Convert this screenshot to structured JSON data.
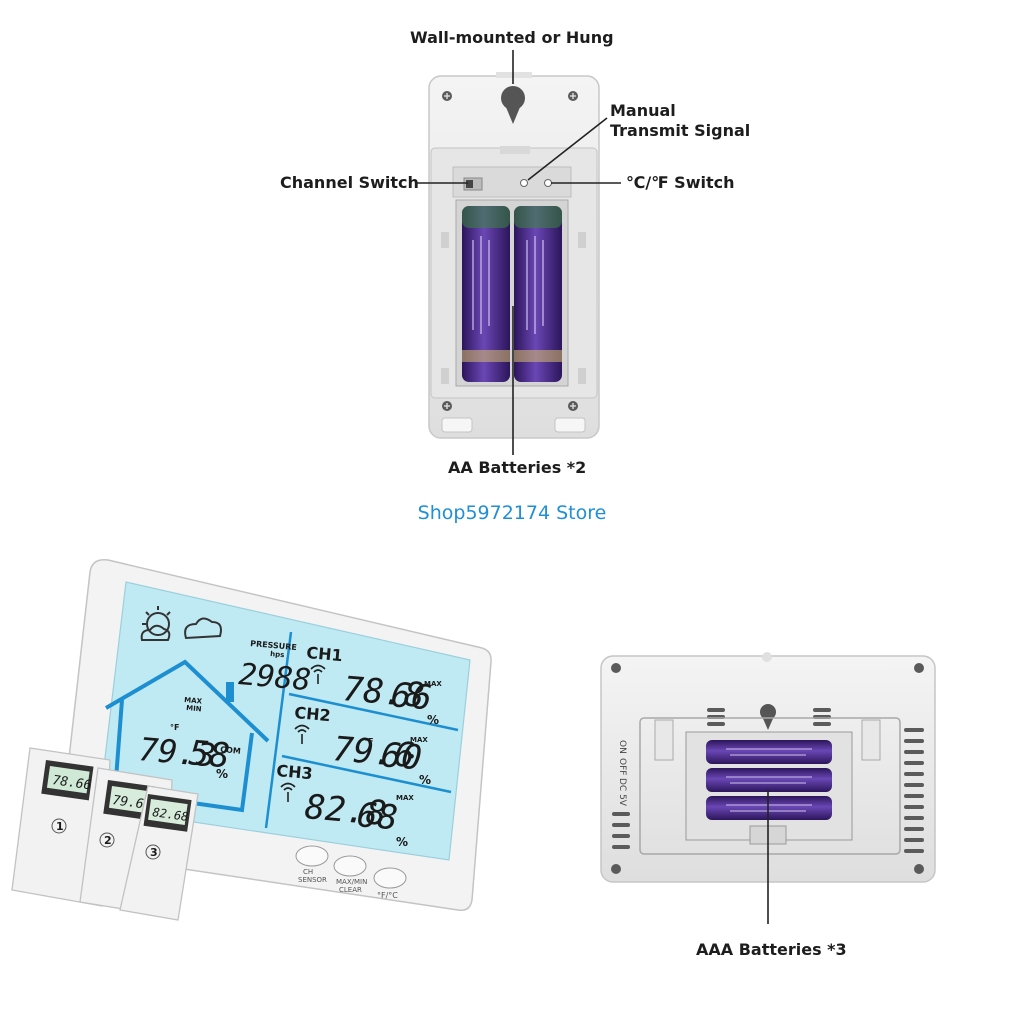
{
  "callouts": {
    "wall_mounted": "Wall-mounted or Hung",
    "manual_transmit_line1": "Manual",
    "manual_transmit_line2": "Transmit Signal",
    "channel_switch": "Channel Switch",
    "cf_switch": "℃/℉ Switch",
    "aa_batteries": "AA Batteries *2",
    "aaa_batteries": "AAA Batteries *3"
  },
  "store_name": "Shop5972174 Store",
  "display": {
    "pressure_label": "PRESSURE",
    "pressure_unit": "hps",
    "pressure_value": "2988",
    "indoor_max_label": "MAX",
    "indoor_min_label": "MIN",
    "indoor_temp": "79.3",
    "indoor_humidity": "58",
    "comfort_label": "COM",
    "unit_f": "°F",
    "percent": "%",
    "max_label": "MAX",
    "channels": [
      {
        "label": "CH1",
        "temp": "78.8",
        "humidity": "66"
      },
      {
        "label": "CH2",
        "temp": "79.6",
        "humidity": "60"
      },
      {
        "label": "CH3",
        "temp": "82.8",
        "humidity": "68"
      }
    ],
    "buttons": [
      {
        "line1": "CH",
        "line2": "SENSOR"
      },
      {
        "line1": "MAX/MIN",
        "line2": "CLEAR"
      },
      {
        "line1": "°F/°C",
        "line2": ""
      }
    ]
  },
  "sensors": [
    {
      "number": "1",
      "reading": "78.66"
    },
    {
      "number": "2",
      "reading": "79.60"
    },
    {
      "number": "3",
      "reading": "82.68"
    }
  ],
  "side_switch": {
    "on": "ON",
    "off": "OFF",
    "dc": "DC 5V"
  },
  "colors": {
    "lcd_background": "#bfeaf3",
    "house_outline": "#1d8fd0",
    "store_link": "#1f8fd6",
    "battery_purple": "#4b2a86",
    "device_body": "#ececec"
  }
}
